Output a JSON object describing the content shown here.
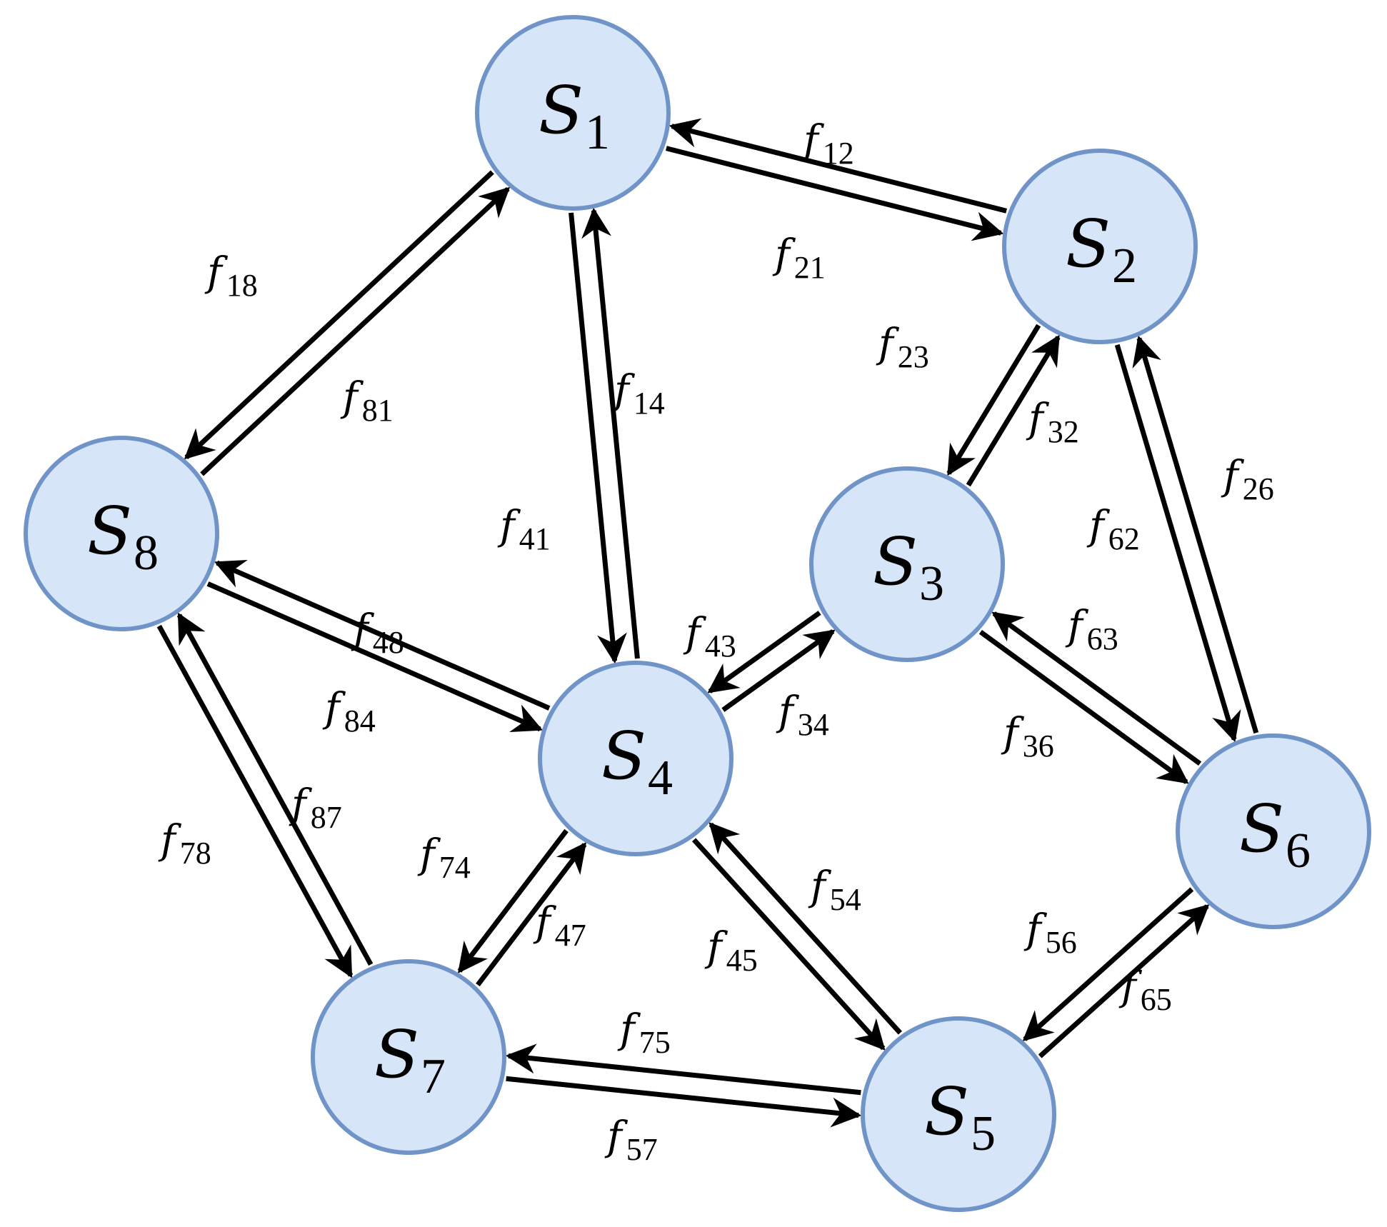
{
  "diagram": {
    "nodes": [
      {
        "id": "s1",
        "letter": "S",
        "sub": "1"
      },
      {
        "id": "s2",
        "letter": "S",
        "sub": "2"
      },
      {
        "id": "s3",
        "letter": "S",
        "sub": "3"
      },
      {
        "id": "s4",
        "letter": "S",
        "sub": "4"
      },
      {
        "id": "s5",
        "letter": "S",
        "sub": "5"
      },
      {
        "id": "s6",
        "letter": "S",
        "sub": "6"
      },
      {
        "id": "s7",
        "letter": "S",
        "sub": "7"
      },
      {
        "id": "s8",
        "letter": "S",
        "sub": "8"
      }
    ],
    "edges": [
      {
        "from": "s1",
        "to": "s2",
        "letter": "f",
        "sub": "12"
      },
      {
        "from": "s2",
        "to": "s1",
        "letter": "f",
        "sub": "21"
      },
      {
        "from": "s1",
        "to": "s8",
        "letter": "f",
        "sub": "18"
      },
      {
        "from": "s8",
        "to": "s1",
        "letter": "f",
        "sub": "81"
      },
      {
        "from": "s1",
        "to": "s4",
        "letter": "f",
        "sub": "14"
      },
      {
        "from": "s4",
        "to": "s1",
        "letter": "f",
        "sub": "41"
      },
      {
        "from": "s2",
        "to": "s3",
        "letter": "f",
        "sub": "23"
      },
      {
        "from": "s3",
        "to": "s2",
        "letter": "f",
        "sub": "32"
      },
      {
        "from": "s2",
        "to": "s6",
        "letter": "f",
        "sub": "26"
      },
      {
        "from": "s6",
        "to": "s2",
        "letter": "f",
        "sub": "62"
      },
      {
        "from": "s3",
        "to": "s6",
        "letter": "f",
        "sub": "36"
      },
      {
        "from": "s6",
        "to": "s3",
        "letter": "f",
        "sub": "63"
      },
      {
        "from": "s4",
        "to": "s3",
        "letter": "f",
        "sub": "43"
      },
      {
        "from": "s3",
        "to": "s4",
        "letter": "f",
        "sub": "34"
      },
      {
        "from": "s4",
        "to": "s8",
        "letter": "f",
        "sub": "48"
      },
      {
        "from": "s8",
        "to": "s4",
        "letter": "f",
        "sub": "84"
      },
      {
        "from": "s4",
        "to": "s5",
        "letter": "f",
        "sub": "45"
      },
      {
        "from": "s5",
        "to": "s4",
        "letter": "f",
        "sub": "54"
      },
      {
        "from": "s7",
        "to": "s4",
        "letter": "f",
        "sub": "74"
      },
      {
        "from": "s4",
        "to": "s7",
        "letter": "f",
        "sub": "47"
      },
      {
        "from": "s7",
        "to": "s8",
        "letter": "f",
        "sub": "78"
      },
      {
        "from": "s8",
        "to": "s7",
        "letter": "f",
        "sub": "87"
      },
      {
        "from": "s7",
        "to": "s5",
        "letter": "f",
        "sub": "75"
      },
      {
        "from": "s5",
        "to": "s7",
        "letter": "f",
        "sub": "57"
      },
      {
        "from": "s5",
        "to": "s6",
        "letter": "f",
        "sub": "56"
      },
      {
        "from": "s6",
        "to": "s5",
        "letter": "f",
        "sub": "65"
      }
    ],
    "colors": {
      "node_fill": "#d6e5f8",
      "node_stroke": "#7094c8",
      "edge": "#000000",
      "text": "#000000"
    }
  }
}
